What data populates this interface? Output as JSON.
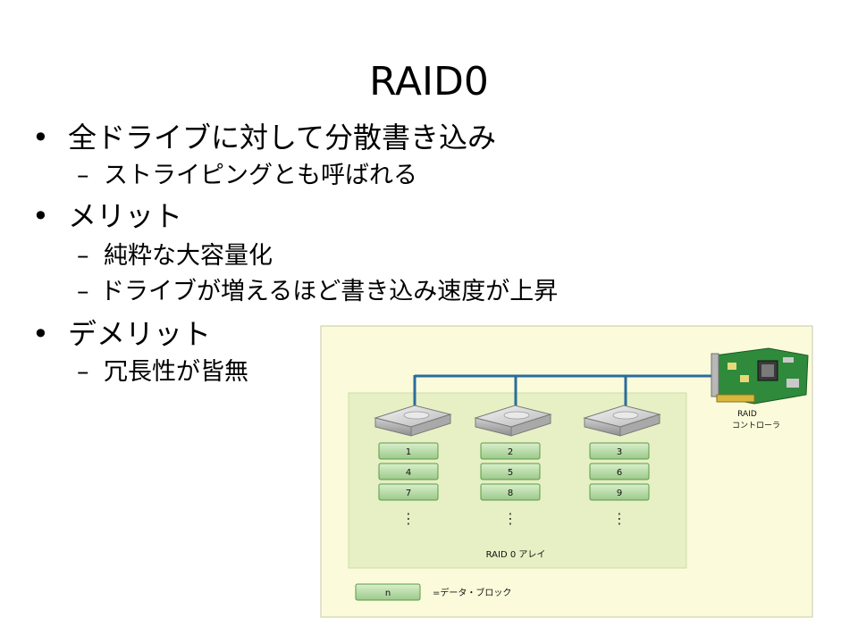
{
  "slide": {
    "title": "RAID0",
    "bullets": [
      {
        "marker": "•",
        "text": "全ドライブに対して分散書き込み",
        "sub": [
          {
            "marker": "–",
            "text": "ストライピングとも呼ばれる"
          }
        ]
      },
      {
        "marker": "•",
        "text": "メリット",
        "sub": [
          {
            "marker": "–",
            "text": "純粋な大容量化"
          },
          {
            "marker": "–",
            "text": "ドライブが増えるほど書き込み速度が上昇"
          }
        ]
      },
      {
        "marker": "•",
        "text": "デメリット",
        "sub": [
          {
            "marker": "–",
            "text": "冗長性が皆無"
          }
        ]
      }
    ]
  },
  "figure": {
    "controller_label_line1": "RAID",
    "controller_label_line2": "コントローラ",
    "array_label": "RAID 0 アレイ",
    "legend_block": "n",
    "legend_text": "=データ・ブロック",
    "disks": [
      {
        "blocks": [
          "1",
          "4",
          "7"
        ]
      },
      {
        "blocks": [
          "2",
          "5",
          "8"
        ]
      },
      {
        "blocks": [
          "3",
          "6",
          "9"
        ]
      }
    ],
    "ellipsis": "⋮",
    "colors": {
      "figure_bg": "#fbfbdc",
      "array_bg": "#e6f0c4",
      "block_fill": "#b9dca8",
      "block_border": "#5c9a48",
      "bus_line": "#2b6c9c",
      "board_green": "#2f8a3c"
    }
  }
}
